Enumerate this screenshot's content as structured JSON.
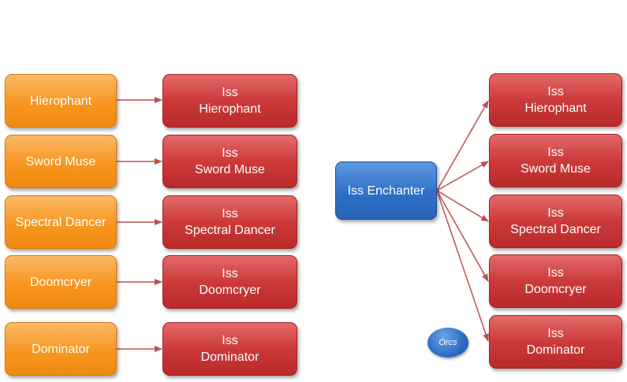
{
  "left_roles": [
    "Hierophant",
    "Sword Muse",
    "Spectral Dancer",
    "Doomcryer",
    "Dominator"
  ],
  "left_targets": [
    "Iss\nHierophant",
    "Iss\nSword Muse",
    "Iss\nSpectral Dancer",
    "Iss\nDoomcryer",
    "Iss\nDominator"
  ],
  "center_node": "Iss Enchanter",
  "right_targets": [
    "Iss\nHierophant",
    "Iss\nSword Muse",
    "Iss\nSpectral Dancer",
    "Iss\nDoomcryer",
    "Iss\nDominator"
  ],
  "badge": "Orcs",
  "colors": {
    "source": "#f7961e",
    "target": "#cc3a3a",
    "center": "#2f6fc7",
    "arrow": "#c0504d"
  }
}
